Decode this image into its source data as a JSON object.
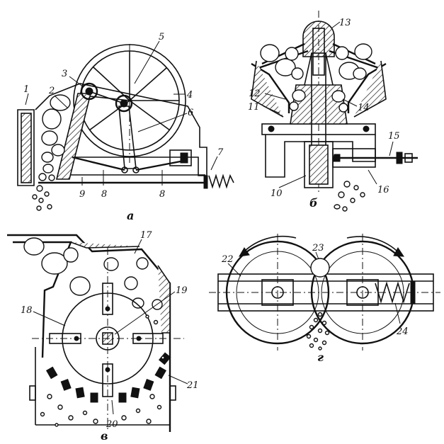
{
  "panels": {
    "jaw": {
      "caption": "а",
      "callouts": [
        "1",
        "2",
        "3",
        "4",
        "5",
        "6",
        "7",
        "8",
        "8",
        "9"
      ]
    },
    "cone": {
      "caption": "б",
      "callouts": [
        "10",
        "11",
        "12",
        "13",
        "14",
        "15",
        "16"
      ]
    },
    "hammer": {
      "caption": "в",
      "callouts": [
        "17",
        "18",
        "19",
        "20",
        "21"
      ]
    },
    "roll": {
      "caption": "г",
      "callouts": [
        "22",
        "23",
        "24"
      ]
    }
  }
}
